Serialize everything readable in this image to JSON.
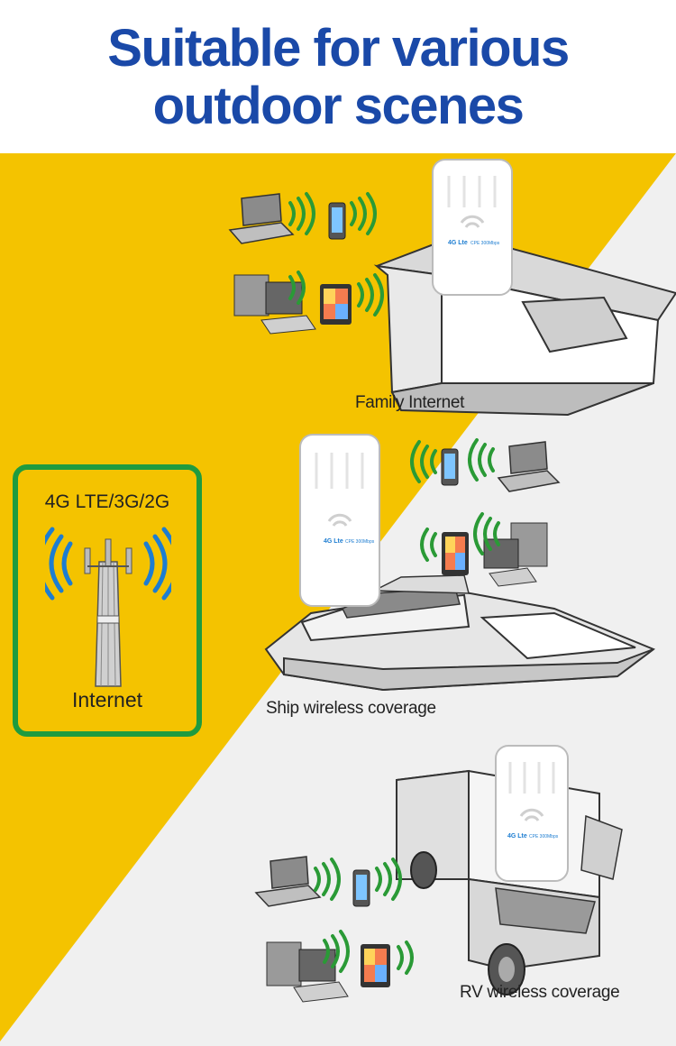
{
  "headline": {
    "line1": "Suitable for various",
    "line2": "outdoor scenes"
  },
  "colors": {
    "headline": "#1a49a8",
    "yellow": "#f4c300",
    "gray_bg": "#f0f0f0",
    "green_border": "#1f9b3f",
    "wifi_green": "#2a9a36",
    "signal_blue": "#1d7dd1"
  },
  "device_label": {
    "brand": "4G Lte",
    "model": "CPE 300Mbps"
  },
  "tower": {
    "title": "4G LTE/3G/2G",
    "label": "Internet"
  },
  "scenes": [
    {
      "caption": "Family Internet",
      "icon": "house-icon"
    },
    {
      "caption": "Ship wireless coverage",
      "icon": "yacht-icon"
    },
    {
      "caption": "RV wireless coverage",
      "icon": "truck-icon"
    }
  ]
}
